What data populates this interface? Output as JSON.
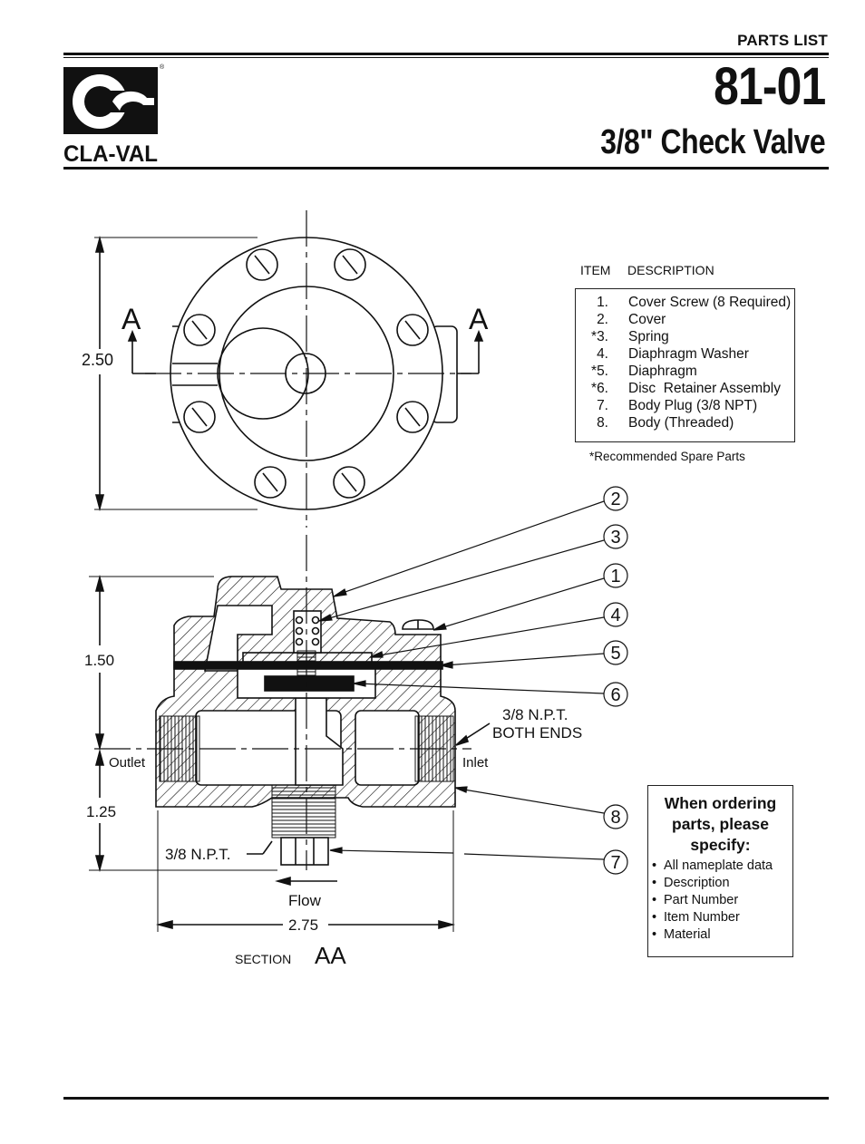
{
  "header": {
    "parts_list_label": "PARTS LIST",
    "doc_number": "81-01",
    "doc_title": "3/8\" Check Valve",
    "brand": "CLA-VAL"
  },
  "legend": {
    "col_item": "ITEM",
    "col_description": "DESCRIPTION",
    "items": [
      {
        "num": "1.",
        "desc": "Cover Screw (8 Required)"
      },
      {
        "num": "2.",
        "desc": "Cover"
      },
      {
        "num": "*3.",
        "desc": "Spring"
      },
      {
        "num": "4.",
        "desc": "Diaphragm Washer"
      },
      {
        "num": "*5.",
        "desc": "Diaphragm"
      },
      {
        "num": "*6.",
        "desc": "Disc  Retainer Assembly"
      },
      {
        "num": "7.",
        "desc": "Body Plug (3/8 NPT)"
      },
      {
        "num": "8.",
        "desc": "Body (Threaded)"
      }
    ],
    "spare_note": "*Recommended Spare Parts"
  },
  "ordering": {
    "title": "When ordering parts, please specify:",
    "bullets": [
      "All nameplate data",
      "Description",
      "Part Number",
      "Item Number",
      "Material"
    ]
  },
  "drawing": {
    "section_marker_left": "A",
    "section_marker_right": "A",
    "dim_top_height": "2.50",
    "dim_upper": "1.50",
    "dim_lower": "1.25",
    "dim_width": "2.75",
    "npt_both_ends_line1": "3/8 N.P.T.",
    "npt_both_ends_line2": "BOTH ENDS",
    "npt_bottom": "3/8 N.P.T.",
    "outlet_label": "Outlet",
    "inlet_label": "Inlet",
    "flow_label": "Flow",
    "section_word": "SECTION",
    "section_name": "AA",
    "callouts": [
      "2",
      "3",
      "1",
      "4",
      "5",
      "6",
      "8",
      "7"
    ]
  }
}
